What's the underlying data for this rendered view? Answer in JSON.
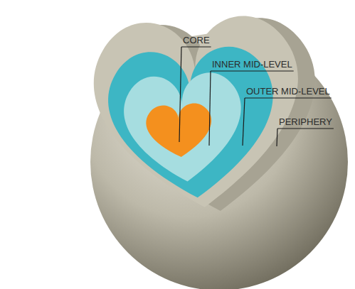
{
  "diagram": {
    "labels": [
      "CORE",
      "INNER MID-LEVEL",
      "OUTER MID-LEVEL",
      "PERIPHERY"
    ]
  }
}
